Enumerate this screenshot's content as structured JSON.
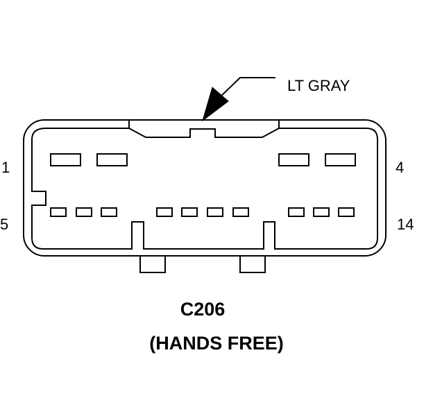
{
  "callout": {
    "color": "LT GRAY"
  },
  "pins": {
    "top_left": "1",
    "top_right": "4",
    "bottom_left": "5",
    "bottom_right": "14"
  },
  "connector": {
    "id": "C206",
    "name": "(HANDS FREE)"
  }
}
